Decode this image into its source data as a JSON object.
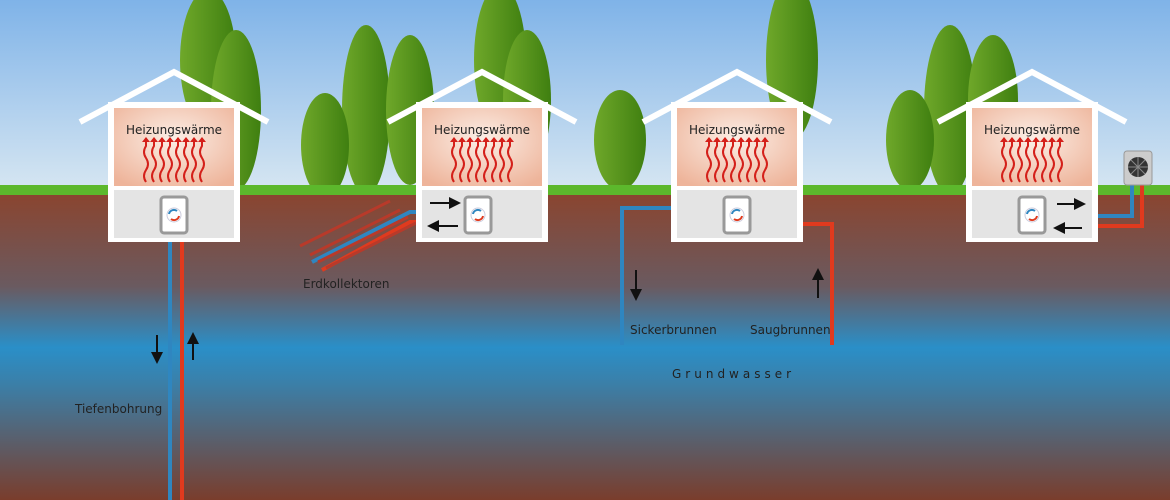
{
  "houses": [
    {
      "label": "Heizungswärme"
    },
    {
      "label": "Heizungswärme"
    },
    {
      "label": "Heizungswärme"
    },
    {
      "label": "Heizungswärme"
    }
  ],
  "labels": {
    "deep_drilling": "Tiefenbohrung",
    "ground_collectors": "Erdkollektoren",
    "seepage_well": "Sickerbrunnen",
    "suction_well": "Saugbrunnen",
    "groundwater": "Grundwasser"
  },
  "colors": {
    "supply": "#e03a1e",
    "return": "#2f86c0",
    "grass": "#5cb82c",
    "tree": "#4f8f14"
  }
}
